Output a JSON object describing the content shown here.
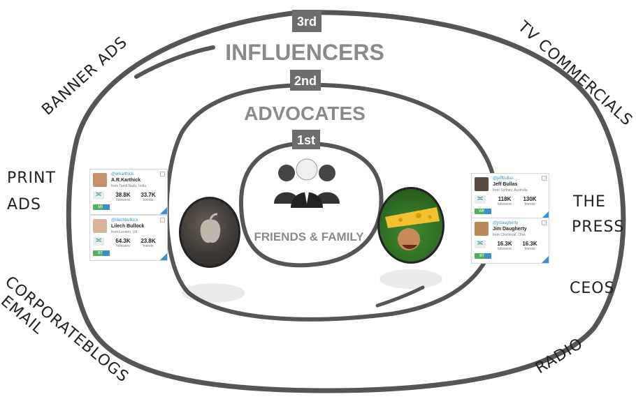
{
  "rings": {
    "third": {
      "tab": "3rd",
      "label": "INFLUENCERS"
    },
    "second": {
      "tab": "2nd",
      "label": "ADVOCATES"
    },
    "first": {
      "tab": "1st",
      "label": "FRIENDS & FAMILY"
    }
  },
  "channels": {
    "banner_ads": "BANNER ADS",
    "tv_commercials": "TV COMMERCIALS",
    "print_ads_line1": "PRINT",
    "print_ads_line2": "ADS",
    "the_press_line1": "THE",
    "the_press_line2": "PRESS",
    "ceos": "CEOS",
    "corporate_blogs": "CORPORATEBLOGS",
    "email": "EMAIL",
    "radio": "RADIO"
  },
  "cards_left": [
    {
      "handle": "@arkarthick",
      "name": "A.R.Karthick",
      "location": "from Tamil Nadu, India",
      "followers": "38.8K",
      "followers_label": "followers",
      "friends": "33.7K",
      "friends_label": "friends",
      "badge": "MRI"
    },
    {
      "handle": "@lilechbullock",
      "name": "Lilech Bullock",
      "location": "from London, UK",
      "followers": "64.3K",
      "followers_label": "followers",
      "friends": "23.8K",
      "friends_label": "friends",
      "badge": "BTT"
    }
  ],
  "cards_right": [
    {
      "handle": "@jeffbullas",
      "name": "Jeff Bullas",
      "location": "from Sydney, Australia",
      "followers": "118K",
      "followers_label": "followers",
      "friends": "130K",
      "friends_label": "friends",
      "badge": "WPN"
    },
    {
      "handle": "@jrdaugherty",
      "name": "Jim Daugherty",
      "location": "from Cincinnati, Ohio",
      "followers": "16.3K",
      "followers_label": "followers",
      "friends": "16.3K",
      "friends_label": "friends",
      "badge": "BTT"
    }
  ],
  "colors": {
    "tab": "#6d6d6d",
    "ring_stroke": "#555555",
    "label": "#8a8a8a"
  },
  "icons": [
    "people-group-icon",
    "apple-haircut-photo",
    "cheesehead-fan-photo"
  ]
}
